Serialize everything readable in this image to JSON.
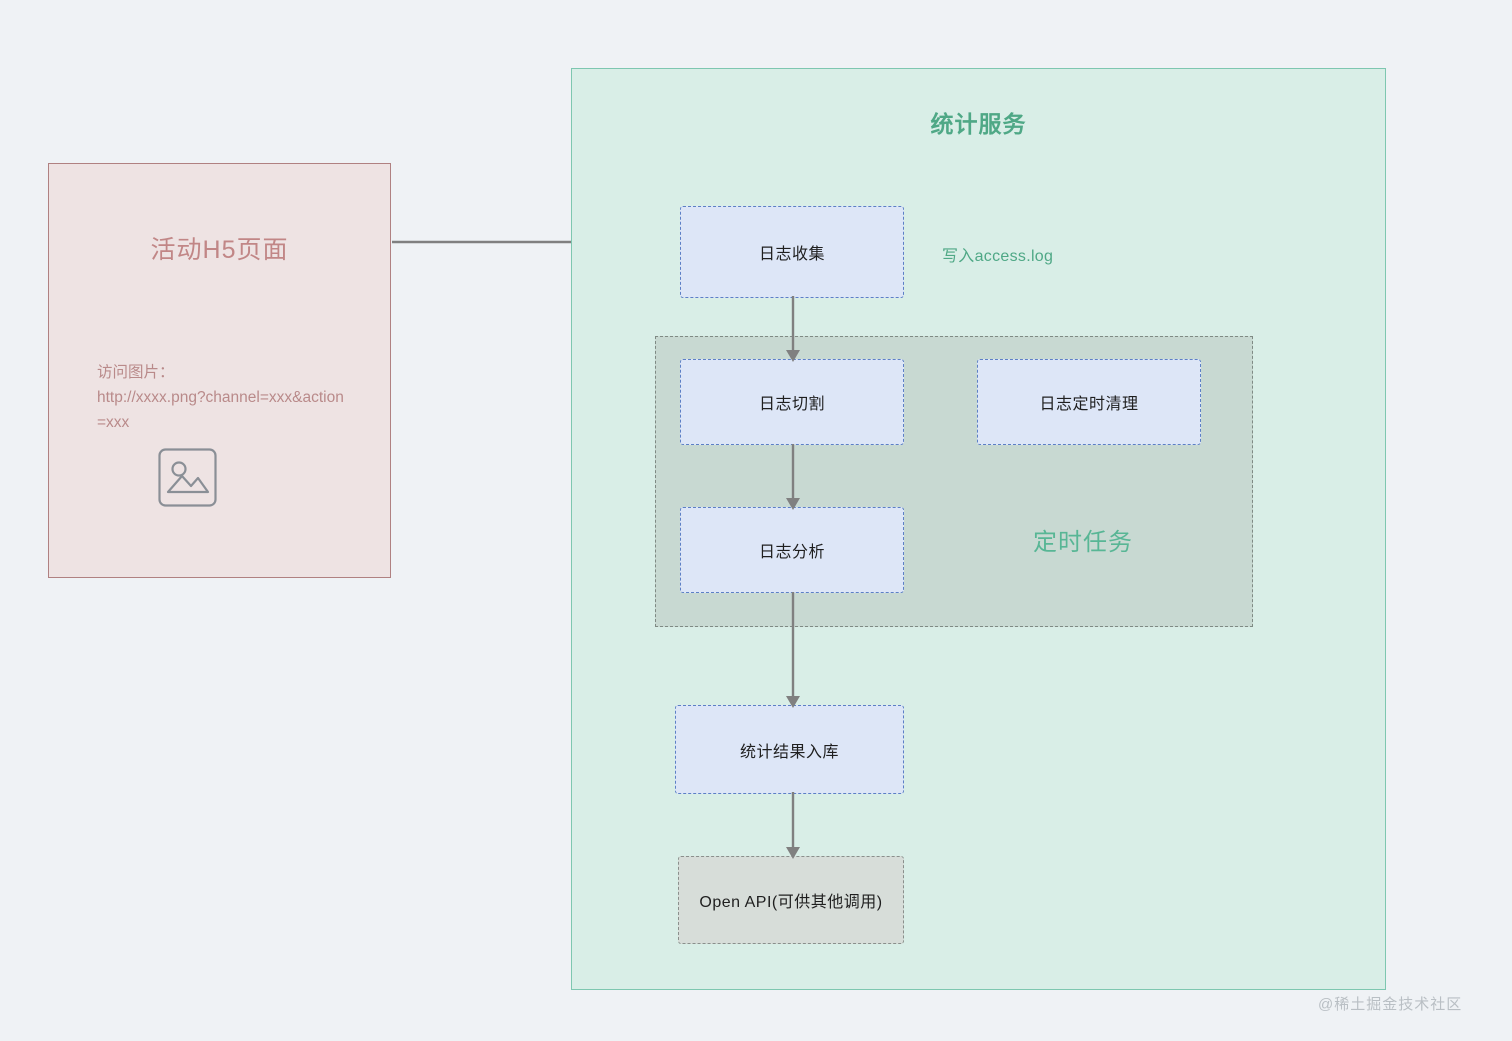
{
  "background_color": "#eff2f5",
  "source_panel": {
    "title": "活动H5页面",
    "title_color": "#c18686",
    "border_color": "#b08181",
    "fill_color": "#eee3e3",
    "note_label": "访问图片：",
    "note_url": "http://xxxx.png?channel=xxx&actio",
    "note_url_wrap": "n=xxx",
    "image_icon_name": "image-placeholder-icon"
  },
  "service_panel": {
    "title": "统计服务",
    "title_color": "#4fa886",
    "border_color": "#7ec7b0",
    "fill_color": "#d9eee7",
    "access_log_note": "写入access.log",
    "note_color": "#4fa886"
  },
  "cron_container": {
    "label": "定时任务",
    "label_color": "#58b695",
    "border_color": "#7f8a84",
    "fill_color": "rgba(180,190,183,0.45)"
  },
  "nodes": [
    {
      "id": "collect",
      "label": "日志收集",
      "style": "blue"
    },
    {
      "id": "split",
      "label": "日志切割",
      "style": "blue"
    },
    {
      "id": "cleanup",
      "label": "日志定时清理",
      "style": "blue"
    },
    {
      "id": "analyze",
      "label": "日志分析",
      "style": "blue"
    },
    {
      "id": "store",
      "label": "统计结果入库",
      "style": "blue"
    },
    {
      "id": "openapi",
      "label": "Open API(可供其他调用)",
      "style": "gray"
    }
  ],
  "node_styles": {
    "blue": {
      "fill": "#dde6f7",
      "border": "#5d80c6"
    },
    "gray": {
      "fill": "#d7ddd9",
      "border": "#8a8f8c"
    }
  },
  "connectors": [
    {
      "id": "h5-to-collect",
      "from": "活动H5页面",
      "to": "日志收集",
      "direction": "right"
    },
    {
      "id": "collect-split",
      "from": "日志收集",
      "to": "日志切割",
      "direction": "down"
    },
    {
      "id": "split-analyze",
      "from": "日志切割",
      "to": "日志分析",
      "direction": "down"
    },
    {
      "id": "analyze-store",
      "from": "日志分析",
      "to": "统计结果入库",
      "direction": "down"
    },
    {
      "id": "store-openapi",
      "from": "统计结果入库",
      "to": "Open API(可供其他调用)",
      "direction": "down"
    }
  ],
  "arrow_color": "#808080",
  "watermark": "@稀土掘金技术社区"
}
